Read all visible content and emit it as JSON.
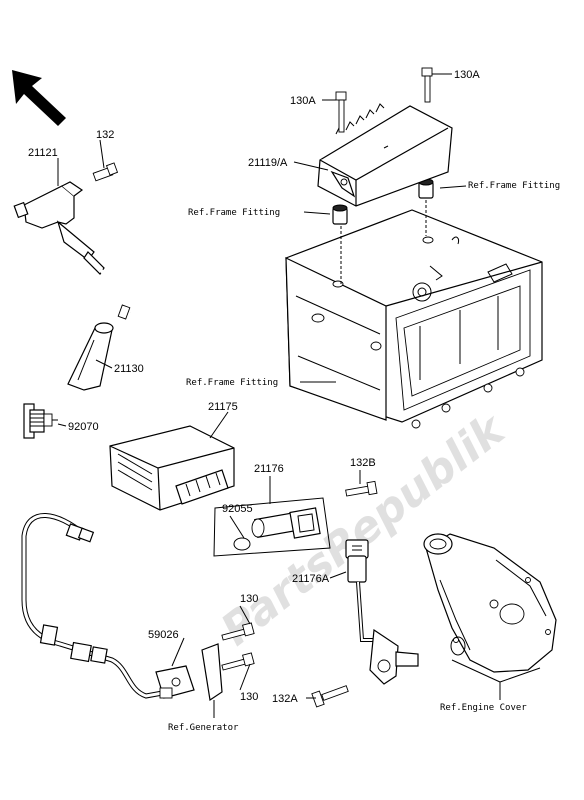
{
  "watermark": "PartsRepublik",
  "labels": {
    "p132_top": "132",
    "p21121": "21121",
    "p21130": "21130",
    "p92070": "92070",
    "p130A_left": "130A",
    "p130A_right": "130A",
    "p21119A": "21119/A",
    "ref_frame_right": "Ref.Frame Fitting",
    "ref_frame_left": "Ref.Frame Fitting",
    "ref_frame_bottom": "Ref.Frame Fitting",
    "p21175": "21175",
    "p21176": "21176",
    "p92055": "92055",
    "p132B": "132B",
    "p21176A": "21176A",
    "p132A": "132A",
    "p59026": "59026",
    "p130_a": "130",
    "p130_b": "130",
    "ref_generator": "Ref.Generator",
    "ref_engine_cover": "Ref.Engine Cover"
  },
  "icons": {
    "front_arrow": "front-direction-arrow-icon"
  }
}
